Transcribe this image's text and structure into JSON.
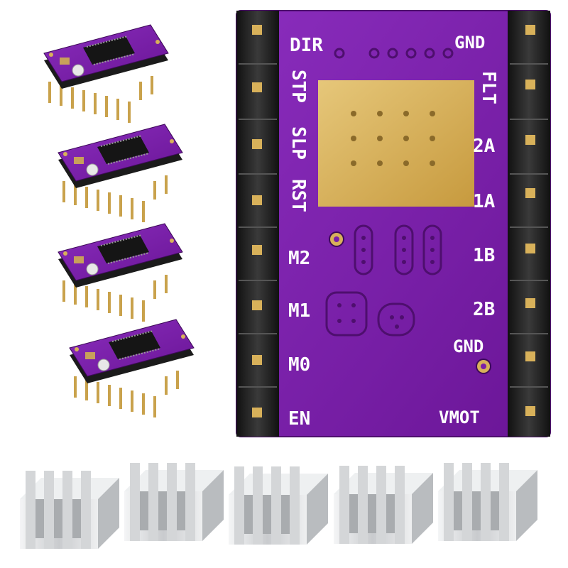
{
  "board": {
    "left_labels": [
      "DIR",
      "STP",
      "SLP",
      "RST",
      "M2",
      "M1",
      "M0",
      "EN"
    ],
    "right_labels": [
      "GND",
      "FLT",
      "2A",
      "1A",
      "1B",
      "2B",
      "GND",
      "VMOT"
    ]
  },
  "colors": {
    "pcb": "#7a1fa8",
    "pcb_dark": "#4e0f6e",
    "header": "#222222",
    "gold": "#d8b15a",
    "heatsink": "#d9dadc"
  },
  "small_modules": {
    "count": 4
  },
  "heatsinks": {
    "count": 5
  }
}
